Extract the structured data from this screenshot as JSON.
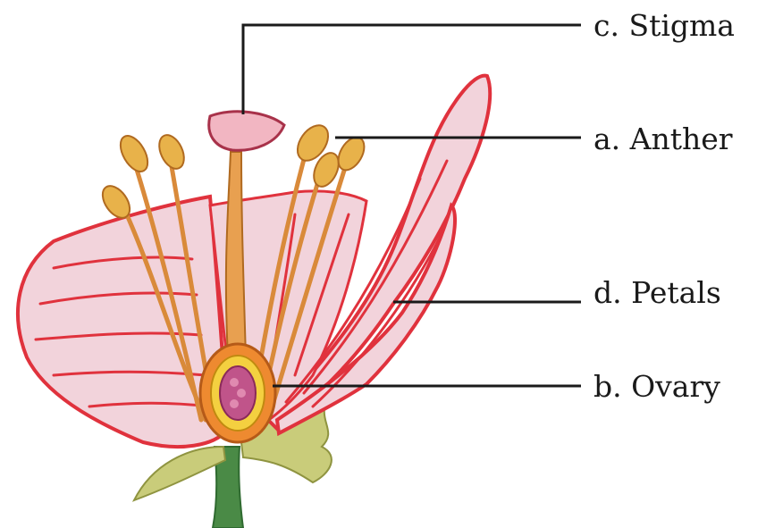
{
  "labels": {
    "stigma": "c. Stigma",
    "anther": "a. Anther",
    "petals": "d. Petals",
    "ovary": "b. Ovary"
  },
  "colors": {
    "petal_fill": "#f2d3db",
    "petal_stroke": "#e0323d",
    "stem": "#4a8a46",
    "sepal": "#c9cc7a",
    "stamen": "#d98a3a",
    "anther": "#e8b24a",
    "ovary_outer": "#ee8a30",
    "ovary_ring": "#f4d040",
    "ovary_inner": "#c0548a",
    "stigma": "#f2b6c2",
    "leader_line": "#1a1a1a"
  }
}
